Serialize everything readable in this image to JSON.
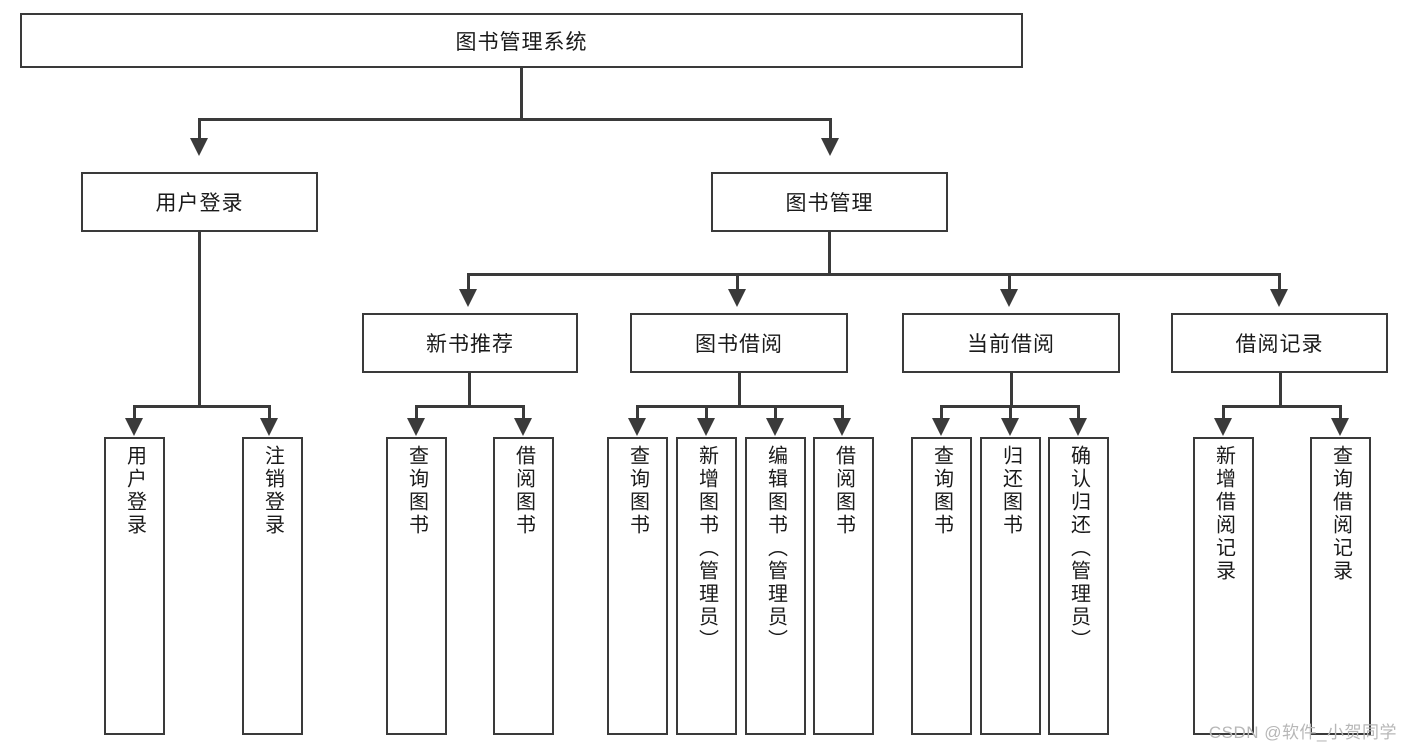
{
  "diagram": {
    "title": "图书管理系统",
    "root": {
      "label": "图书管理系统"
    },
    "level2": [
      {
        "label": "用户登录"
      },
      {
        "label": "图书管理"
      }
    ],
    "level3": [
      {
        "label": "新书推荐"
      },
      {
        "label": "图书借阅"
      },
      {
        "label": "当前借阅"
      },
      {
        "label": "借阅记录"
      }
    ],
    "leaves": {
      "user_login": [
        {
          "label": "用户登录"
        },
        {
          "label": "注销登录"
        }
      ],
      "new_book_recommend": [
        {
          "label": "查询图书"
        },
        {
          "label": "借阅图书"
        }
      ],
      "book_borrow": [
        {
          "label": "查询图书"
        },
        {
          "label": "新增图书（管理员）"
        },
        {
          "label": "编辑图书（管理员）"
        },
        {
          "label": "借阅图书"
        }
      ],
      "current_borrow": [
        {
          "label": "查询图书"
        },
        {
          "label": "归还图书"
        },
        {
          "label": "确认归还（管理员）"
        }
      ],
      "borrow_record": [
        {
          "label": "新增借阅记录"
        },
        {
          "label": "查询借阅记录"
        }
      ]
    }
  },
  "watermark": {
    "text": "CSDN @软件_小贺同学"
  },
  "colors": {
    "stroke": "#3a3a3a",
    "background": "#ffffff",
    "text": "#1a1a1a",
    "watermark": "#b7b7b7"
  }
}
